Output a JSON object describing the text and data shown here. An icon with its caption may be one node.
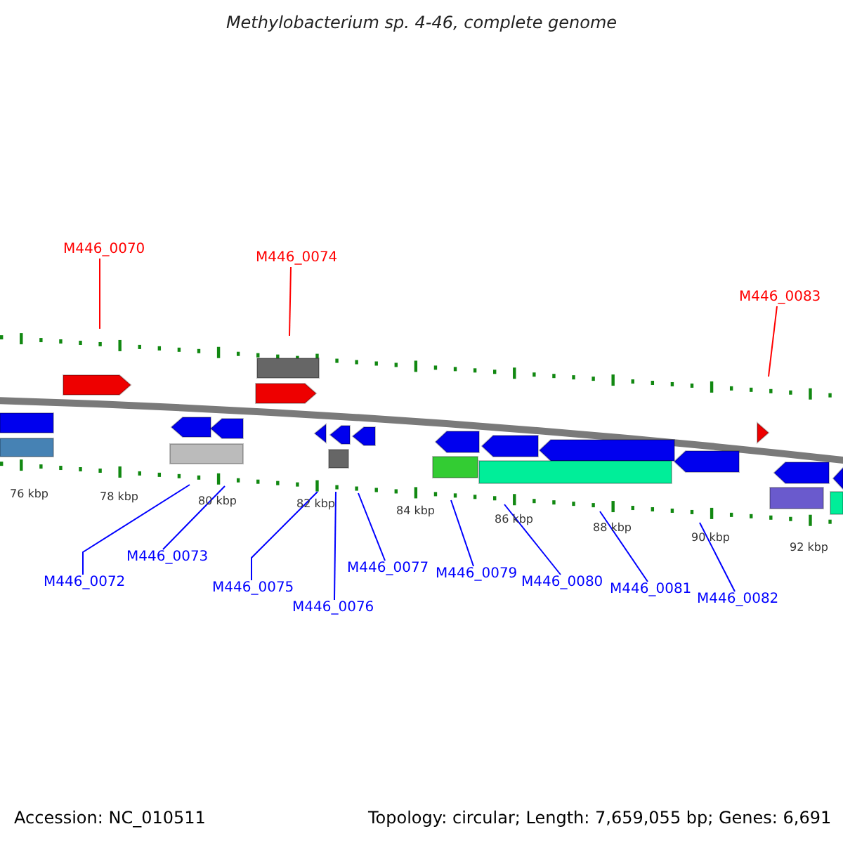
{
  "diagram": {
    "title": "Methylobacterium sp. 4-46, complete genome",
    "nodes": [
      {
        "text": [
          "M446_0070"
        ]
      },
      {
        "text": [
          "M446_0074"
        ]
      },
      {
        "text": [
          "M446_0083"
        ]
      },
      {
        "text": [],
        "shape": "picture"
      },
      {
        "text": [
          "M446_0072"
        ]
      },
      {
        "text": [
          "M446_0073"
        ]
      },
      {
        "text": [
          "M446_0075"
        ]
      },
      {
        "text": [
          "M446_0076"
        ]
      },
      {
        "text": [
          "M446_0077"
        ]
      },
      {
        "text": [
          "M446_0079"
        ]
      },
      {
        "text": [
          "M446_0080"
        ]
      },
      {
        "text": [
          "M446_0081"
        ]
      },
      {
        "text": [
          "M446_0082"
        ]
      }
    ],
    "edges": [
      {
        "from": 0,
        "to": 3,
        "arrow": "none",
        "color": "#ff0000"
      },
      {
        "from": 1,
        "to": 3,
        "arrow": "none",
        "color": "#ff0000"
      },
      {
        "from": 2,
        "to": 3,
        "arrow": "none",
        "color": "#ff0000"
      },
      {
        "from": 4,
        "to": 3,
        "arrow": "none"
      },
      {
        "from": 5,
        "to": 3,
        "arrow": "none"
      },
      {
        "from": 6,
        "to": 3,
        "arrow": "none"
      },
      {
        "from": 7,
        "to": 3,
        "arrow": "none"
      },
      {
        "from": 8,
        "to": 3,
        "arrow": "none"
      },
      {
        "from": 9,
        "to": 3,
        "arrow": "none"
      },
      {
        "from": 10,
        "to": 3,
        "arrow": "none"
      },
      {
        "from": 11,
        "to": 3,
        "arrow": "none"
      },
      {
        "from": 12,
        "to": 3,
        "arrow": "none"
      }
    ],
    "labels": [
      "76 kbp",
      "78 kbp",
      "80 kbp",
      "82 kbp",
      "84 kbp",
      "86 kbp",
      "88 kbp",
      "90 kbp",
      "92 kbp",
      "Accession: NC_010511",
      "Topology: circular; Length: 7,659,055 bp; Genes: 6,691"
    ]
  }
}
